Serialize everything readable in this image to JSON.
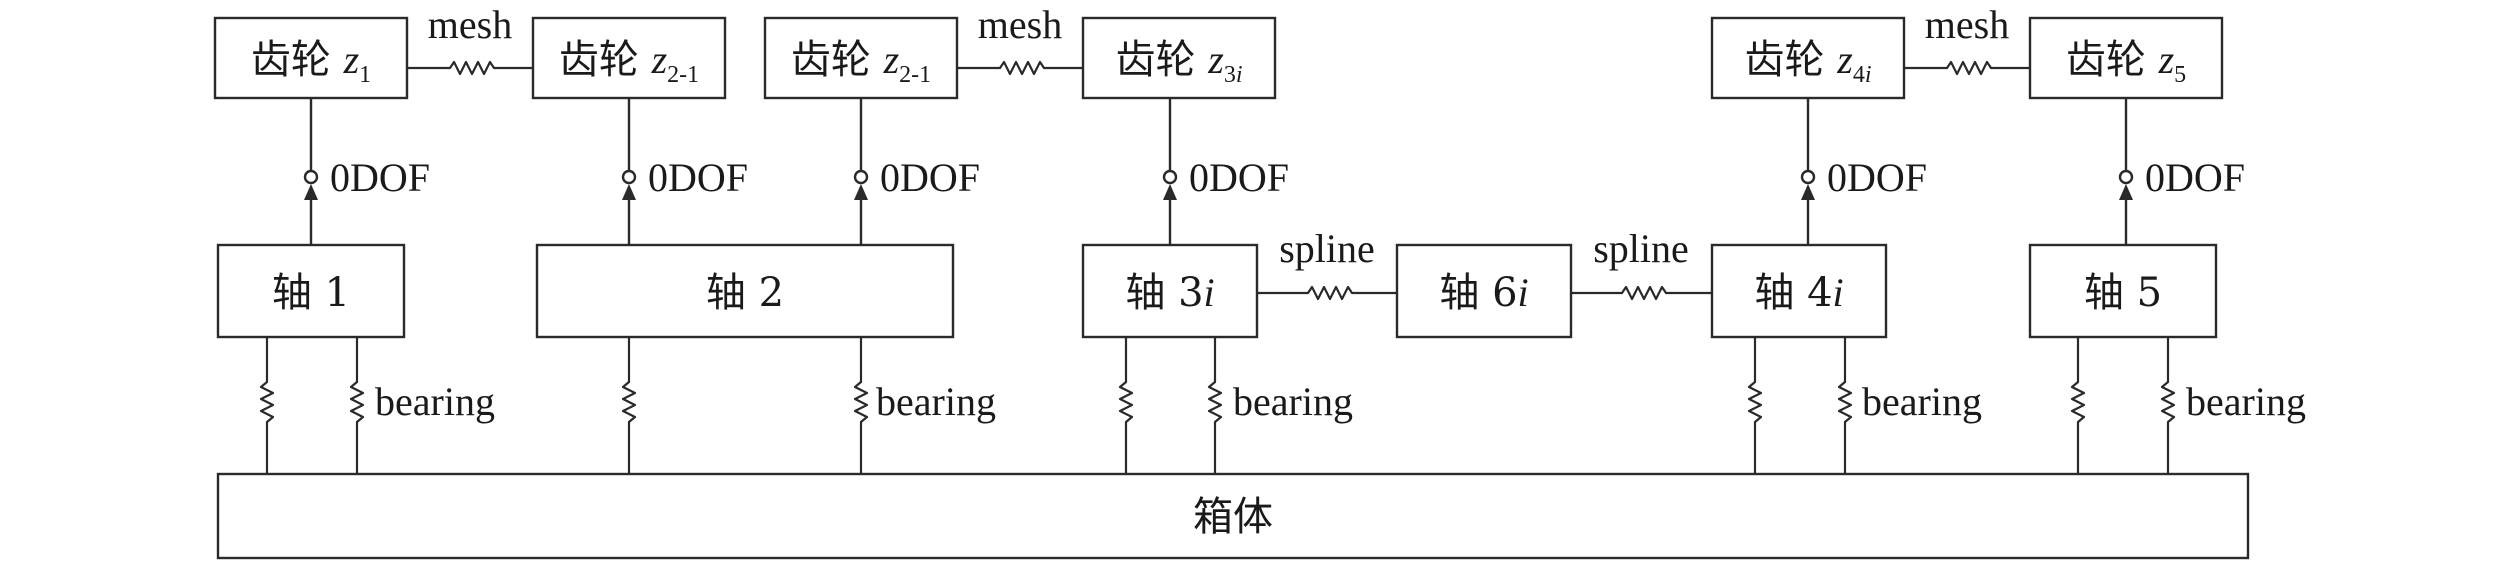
{
  "gears": [
    {
      "name": "齿轮",
      "var": "z",
      "sub": "1",
      "sub_italic": ""
    },
    {
      "name": "齿轮",
      "var": "z",
      "sub": "2-1",
      "sub_italic": ""
    },
    {
      "name": "齿轮",
      "var": "z",
      "sub": "2-1",
      "sub_italic": ""
    },
    {
      "name": "齿轮",
      "var": "z",
      "sub": "3",
      "sub_italic": "i"
    },
    {
      "name": "齿轮",
      "var": "z",
      "sub": "4",
      "sub_italic": "i"
    },
    {
      "name": "齿轮",
      "var": "z",
      "sub": "5",
      "sub_italic": ""
    }
  ],
  "mesh_label": "mesh",
  "dof_label": "0DOF",
  "spline_label": "spline",
  "bearing_label": "bearing",
  "shafts": [
    {
      "name": "轴",
      "num": "1",
      "suffix": ""
    },
    {
      "name": "轴",
      "num": "2",
      "suffix": ""
    },
    {
      "name": "轴",
      "num": "3",
      "suffix": "i"
    },
    {
      "name": "轴",
      "num": "6",
      "suffix": "i"
    },
    {
      "name": "轴",
      "num": "4",
      "suffix": "i"
    },
    {
      "name": "轴",
      "num": "5",
      "suffix": ""
    }
  ],
  "housing_label": "箱体"
}
